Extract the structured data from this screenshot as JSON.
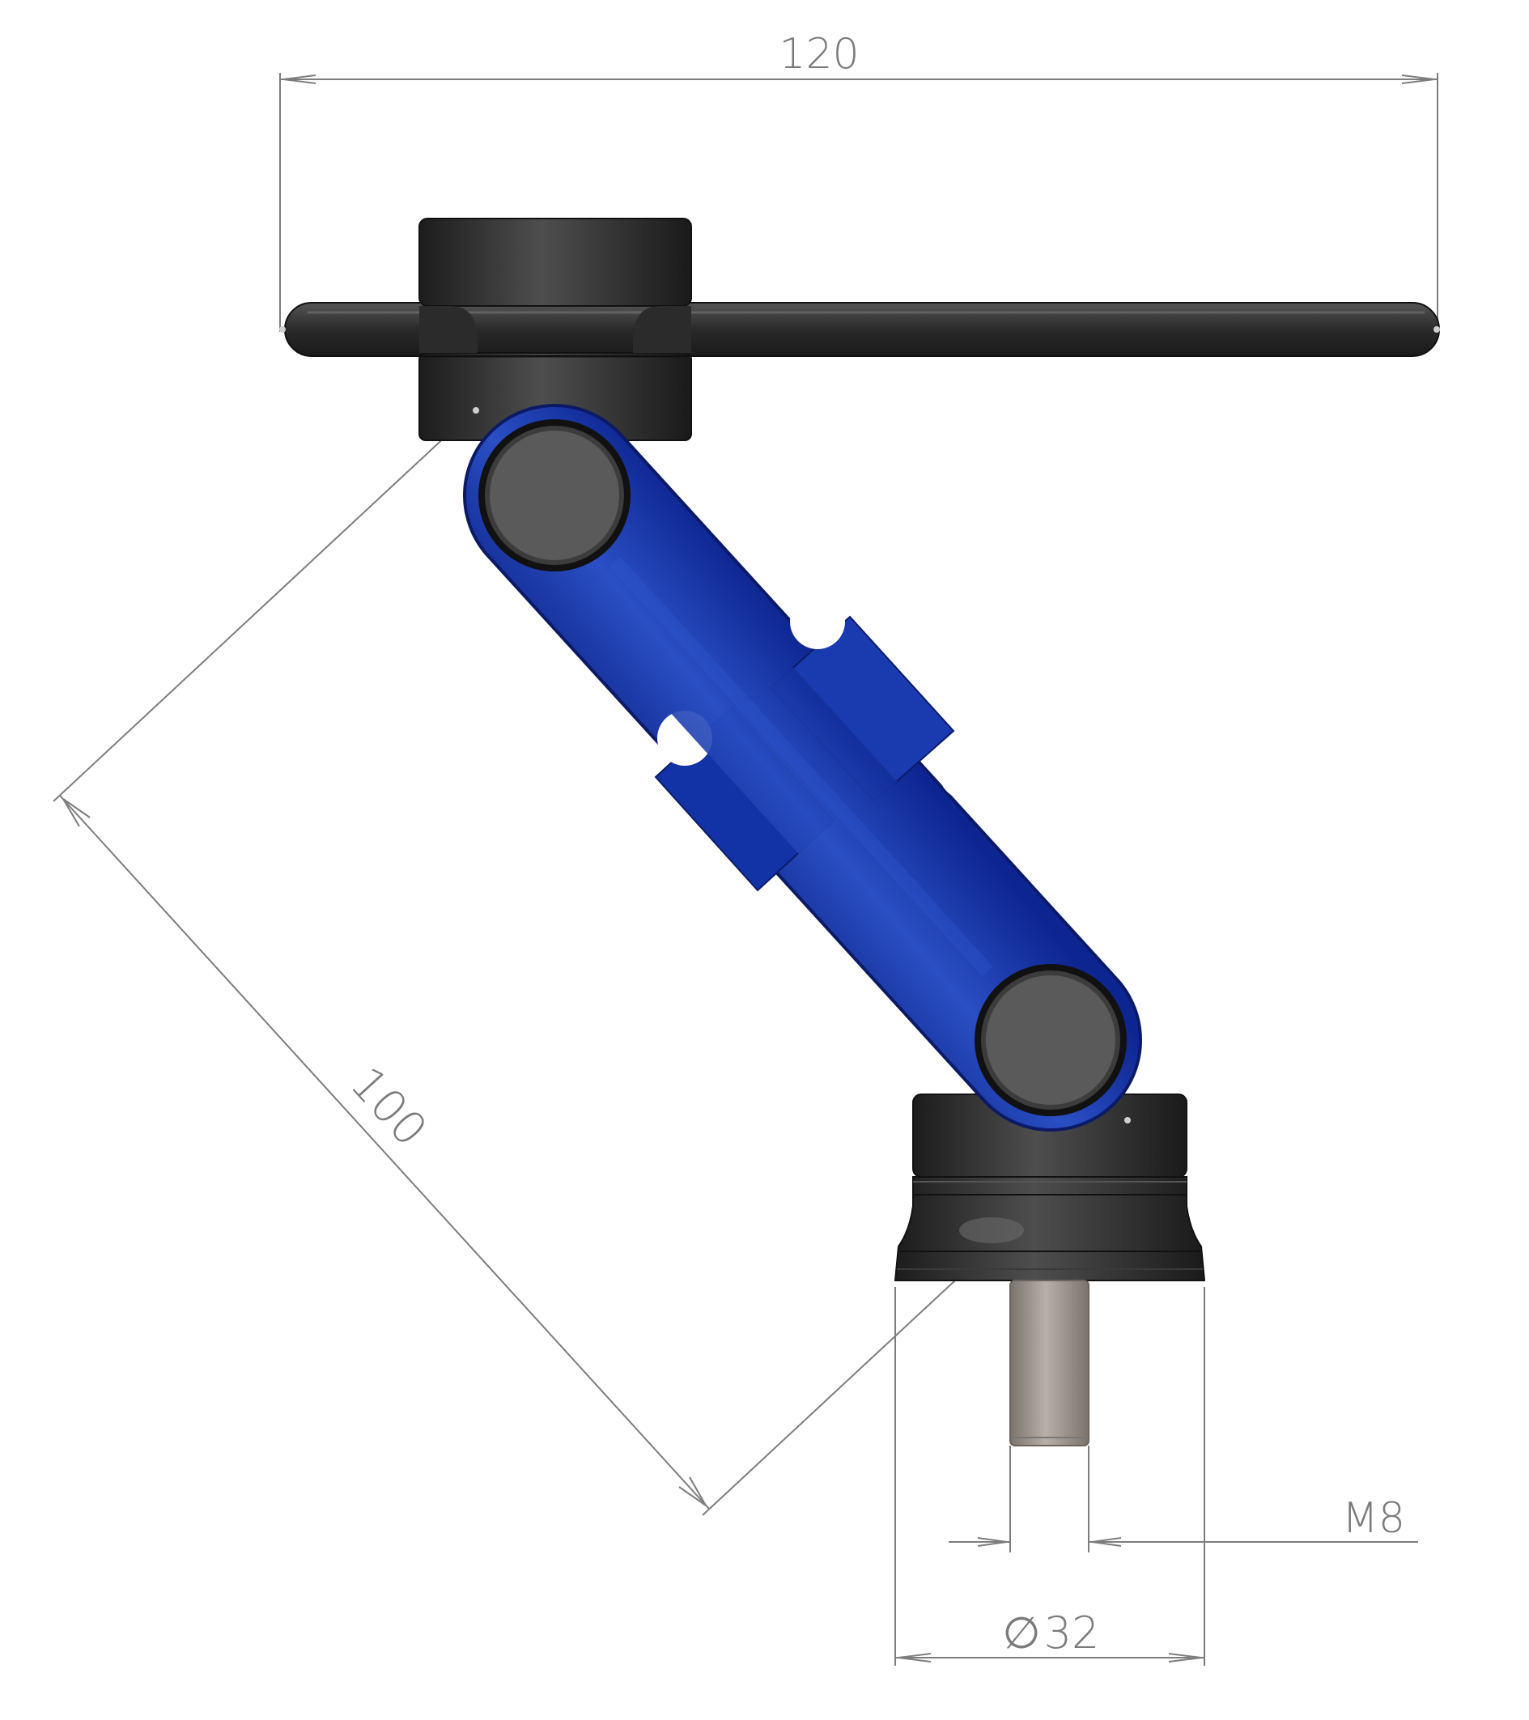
{
  "dimensions": {
    "width_overall": "120",
    "arm_length": "100",
    "thread": "M8",
    "base_diameter_symbol": "∅",
    "base_diameter_value": "32"
  },
  "colors": {
    "background": "#ffffff",
    "dimension_lines": "#7d7d7d",
    "arm_blue": "#1a3bb0",
    "black_parts": "#2a2a2a",
    "pin_grey": "#5a5a5a",
    "stud_steel": "#a09890"
  }
}
